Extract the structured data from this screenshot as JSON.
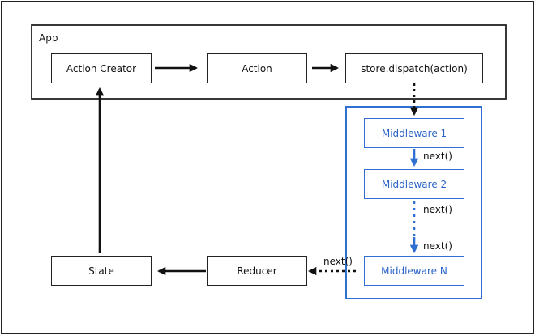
{
  "app_label": "App",
  "nodes": {
    "action_creator": "Action Creator",
    "action": "Action",
    "dispatch": "store.dispatch(action)",
    "middleware_1": "Middleware 1",
    "middleware_2": "Middleware 2",
    "middleware_n": "Middleware N",
    "state": "State",
    "reducer": "Reducer"
  },
  "edges": {
    "next_1": "next()",
    "next_2": "next()",
    "next_3": "next()",
    "next_4": "next()"
  },
  "colors": {
    "line": "#111111",
    "middleware": "#2f6fd1"
  }
}
